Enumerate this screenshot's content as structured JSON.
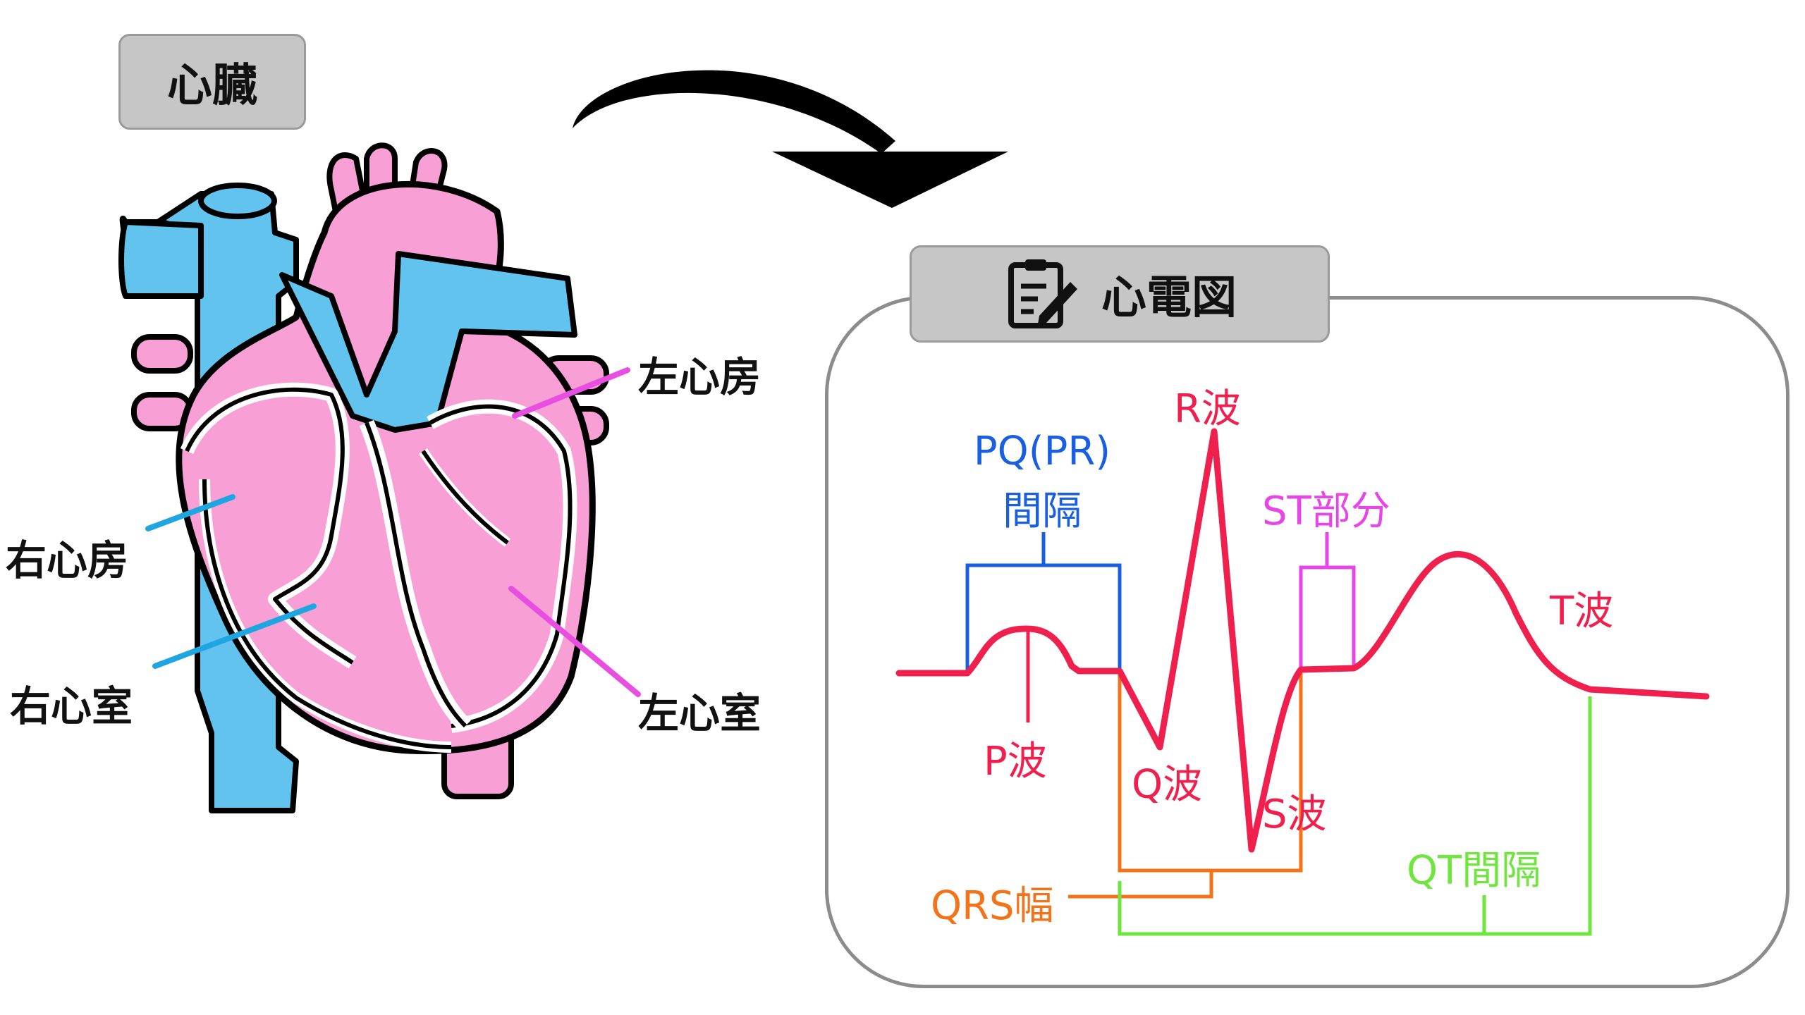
{
  "heart": {
    "title": "心臓",
    "labels": {
      "left_atrium": "左心房",
      "right_atrium": "右心房",
      "right_ventricle": "右心室",
      "left_ventricle": "左心室"
    }
  },
  "ecg": {
    "title": "心電図",
    "title_icon": "clipboard-pencil-icon",
    "labels": {
      "r_wave": "R波",
      "pq_interval_line1": "PQ(PR)",
      "pq_interval_line2": "間隔",
      "st_segment": "ST部分",
      "t_wave": "T波",
      "p_wave": "P波",
      "q_wave": "Q波",
      "s_wave": "S波",
      "qt_interval": "QT間隔",
      "qrs_width": "QRS幅"
    }
  },
  "colors": {
    "vessel_blue": "#62c3ee",
    "heart_pink": "#f8a0d6",
    "outline": "#000000",
    "wave_red": "#f0204e",
    "pq_blue": "#1a5fe0",
    "st_magenta": "#e646e6",
    "qrs_orange": "#f47318",
    "qt_green": "#6ee63e",
    "right_label_line": "#1fa6e0",
    "left_label_line": "#e84fe0",
    "title_box_fill": "#c6c6c6"
  }
}
